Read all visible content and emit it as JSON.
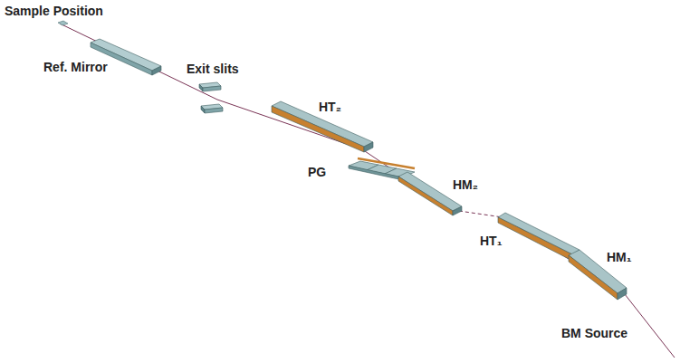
{
  "diagram": {
    "labels": [
      "Sample Position",
      "Ref. Mirror",
      "Exit slits",
      "HT₂",
      "PG",
      "HM₂",
      "HT₁",
      "HM₁",
      "BM Source"
    ]
  }
}
